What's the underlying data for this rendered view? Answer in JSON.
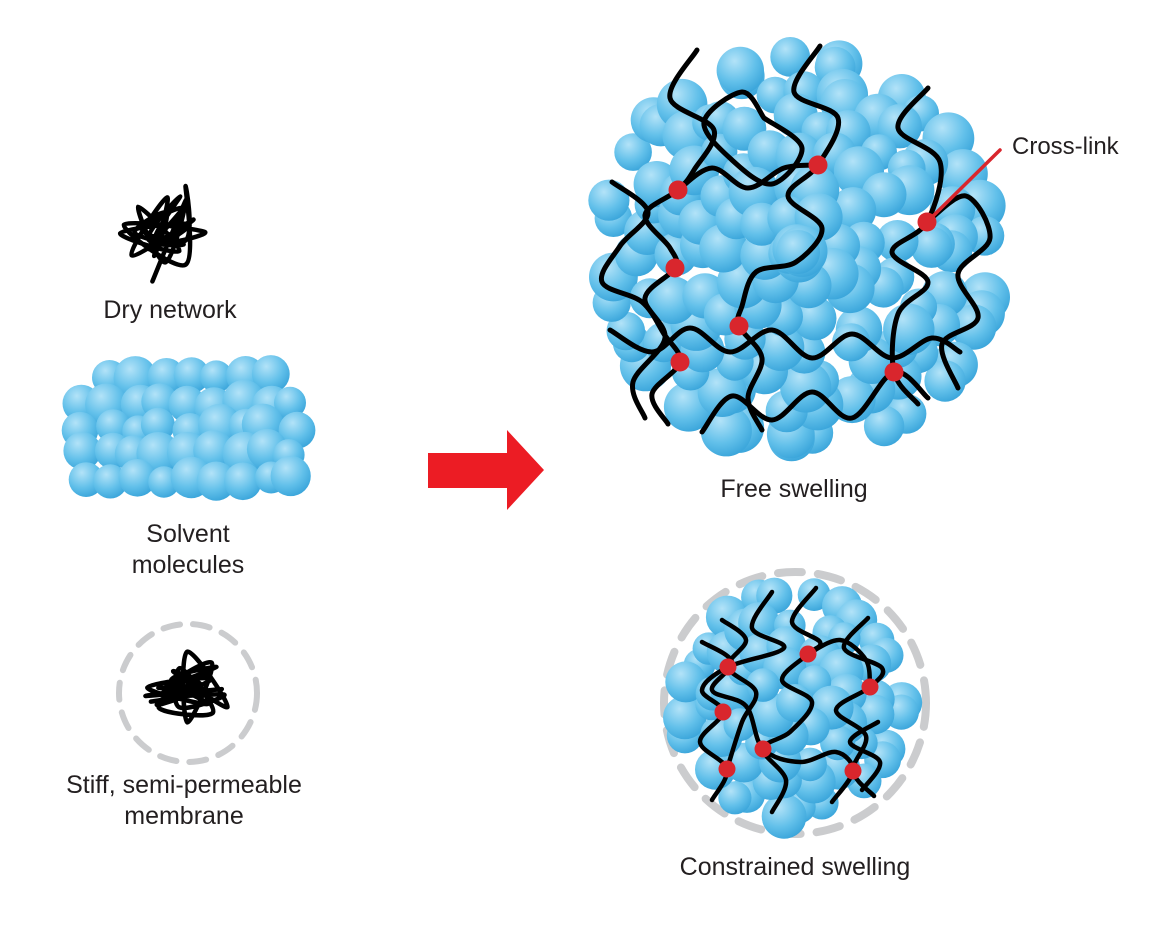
{
  "figure": {
    "labels": {
      "dry_network": "Dry network",
      "solvent": "Solvent\nmolecules",
      "membrane": "Stiff, semi-permeable\nmembrane",
      "free_swelling": "Free swelling",
      "constrained_swelling": "Constrained swelling",
      "cross_link": "Cross-link"
    },
    "colors": {
      "text": "#231F20",
      "chain": "#000000",
      "arrow_red": "#EC1C24",
      "crosslink_red": "#D9262D",
      "membrane_gray": "#CBCCCE",
      "sphere_highlight": "#B3E3F8",
      "sphere_mid": "#62C0EA",
      "sphere_edge": "#2A9AD4"
    }
  }
}
